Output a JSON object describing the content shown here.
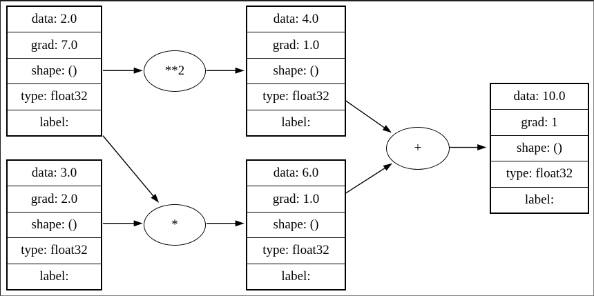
{
  "diagram": {
    "description": "autograd computation graph",
    "colors": {
      "stroke": "#000000",
      "background": "#ffffff"
    }
  },
  "nodes": [
    {
      "id": "input-a",
      "rows": [
        "data: 2.0",
        "grad: 7.0",
        "shape: ()",
        "type: float32",
        "label:"
      ]
    },
    {
      "id": "input-b",
      "rows": [
        "data: 3.0",
        "grad: 2.0",
        "shape: ()",
        "type: float32",
        "label:"
      ]
    },
    {
      "id": "a-squared",
      "rows": [
        "data: 4.0",
        "grad: 1.0",
        "shape: ()",
        "type: float32",
        "label:"
      ]
    },
    {
      "id": "a-times-b",
      "rows": [
        "data: 6.0",
        "grad: 1.0",
        "shape: ()",
        "type: float32",
        "label:"
      ]
    },
    {
      "id": "output",
      "rows": [
        "data: 10.0",
        "grad: 1",
        "shape: ()",
        "type: float32",
        "label:"
      ]
    }
  ],
  "ops": [
    {
      "id": "pow-op",
      "label": "**2"
    },
    {
      "id": "mul-op",
      "label": "*"
    },
    {
      "id": "add-op",
      "label": "+"
    }
  ]
}
